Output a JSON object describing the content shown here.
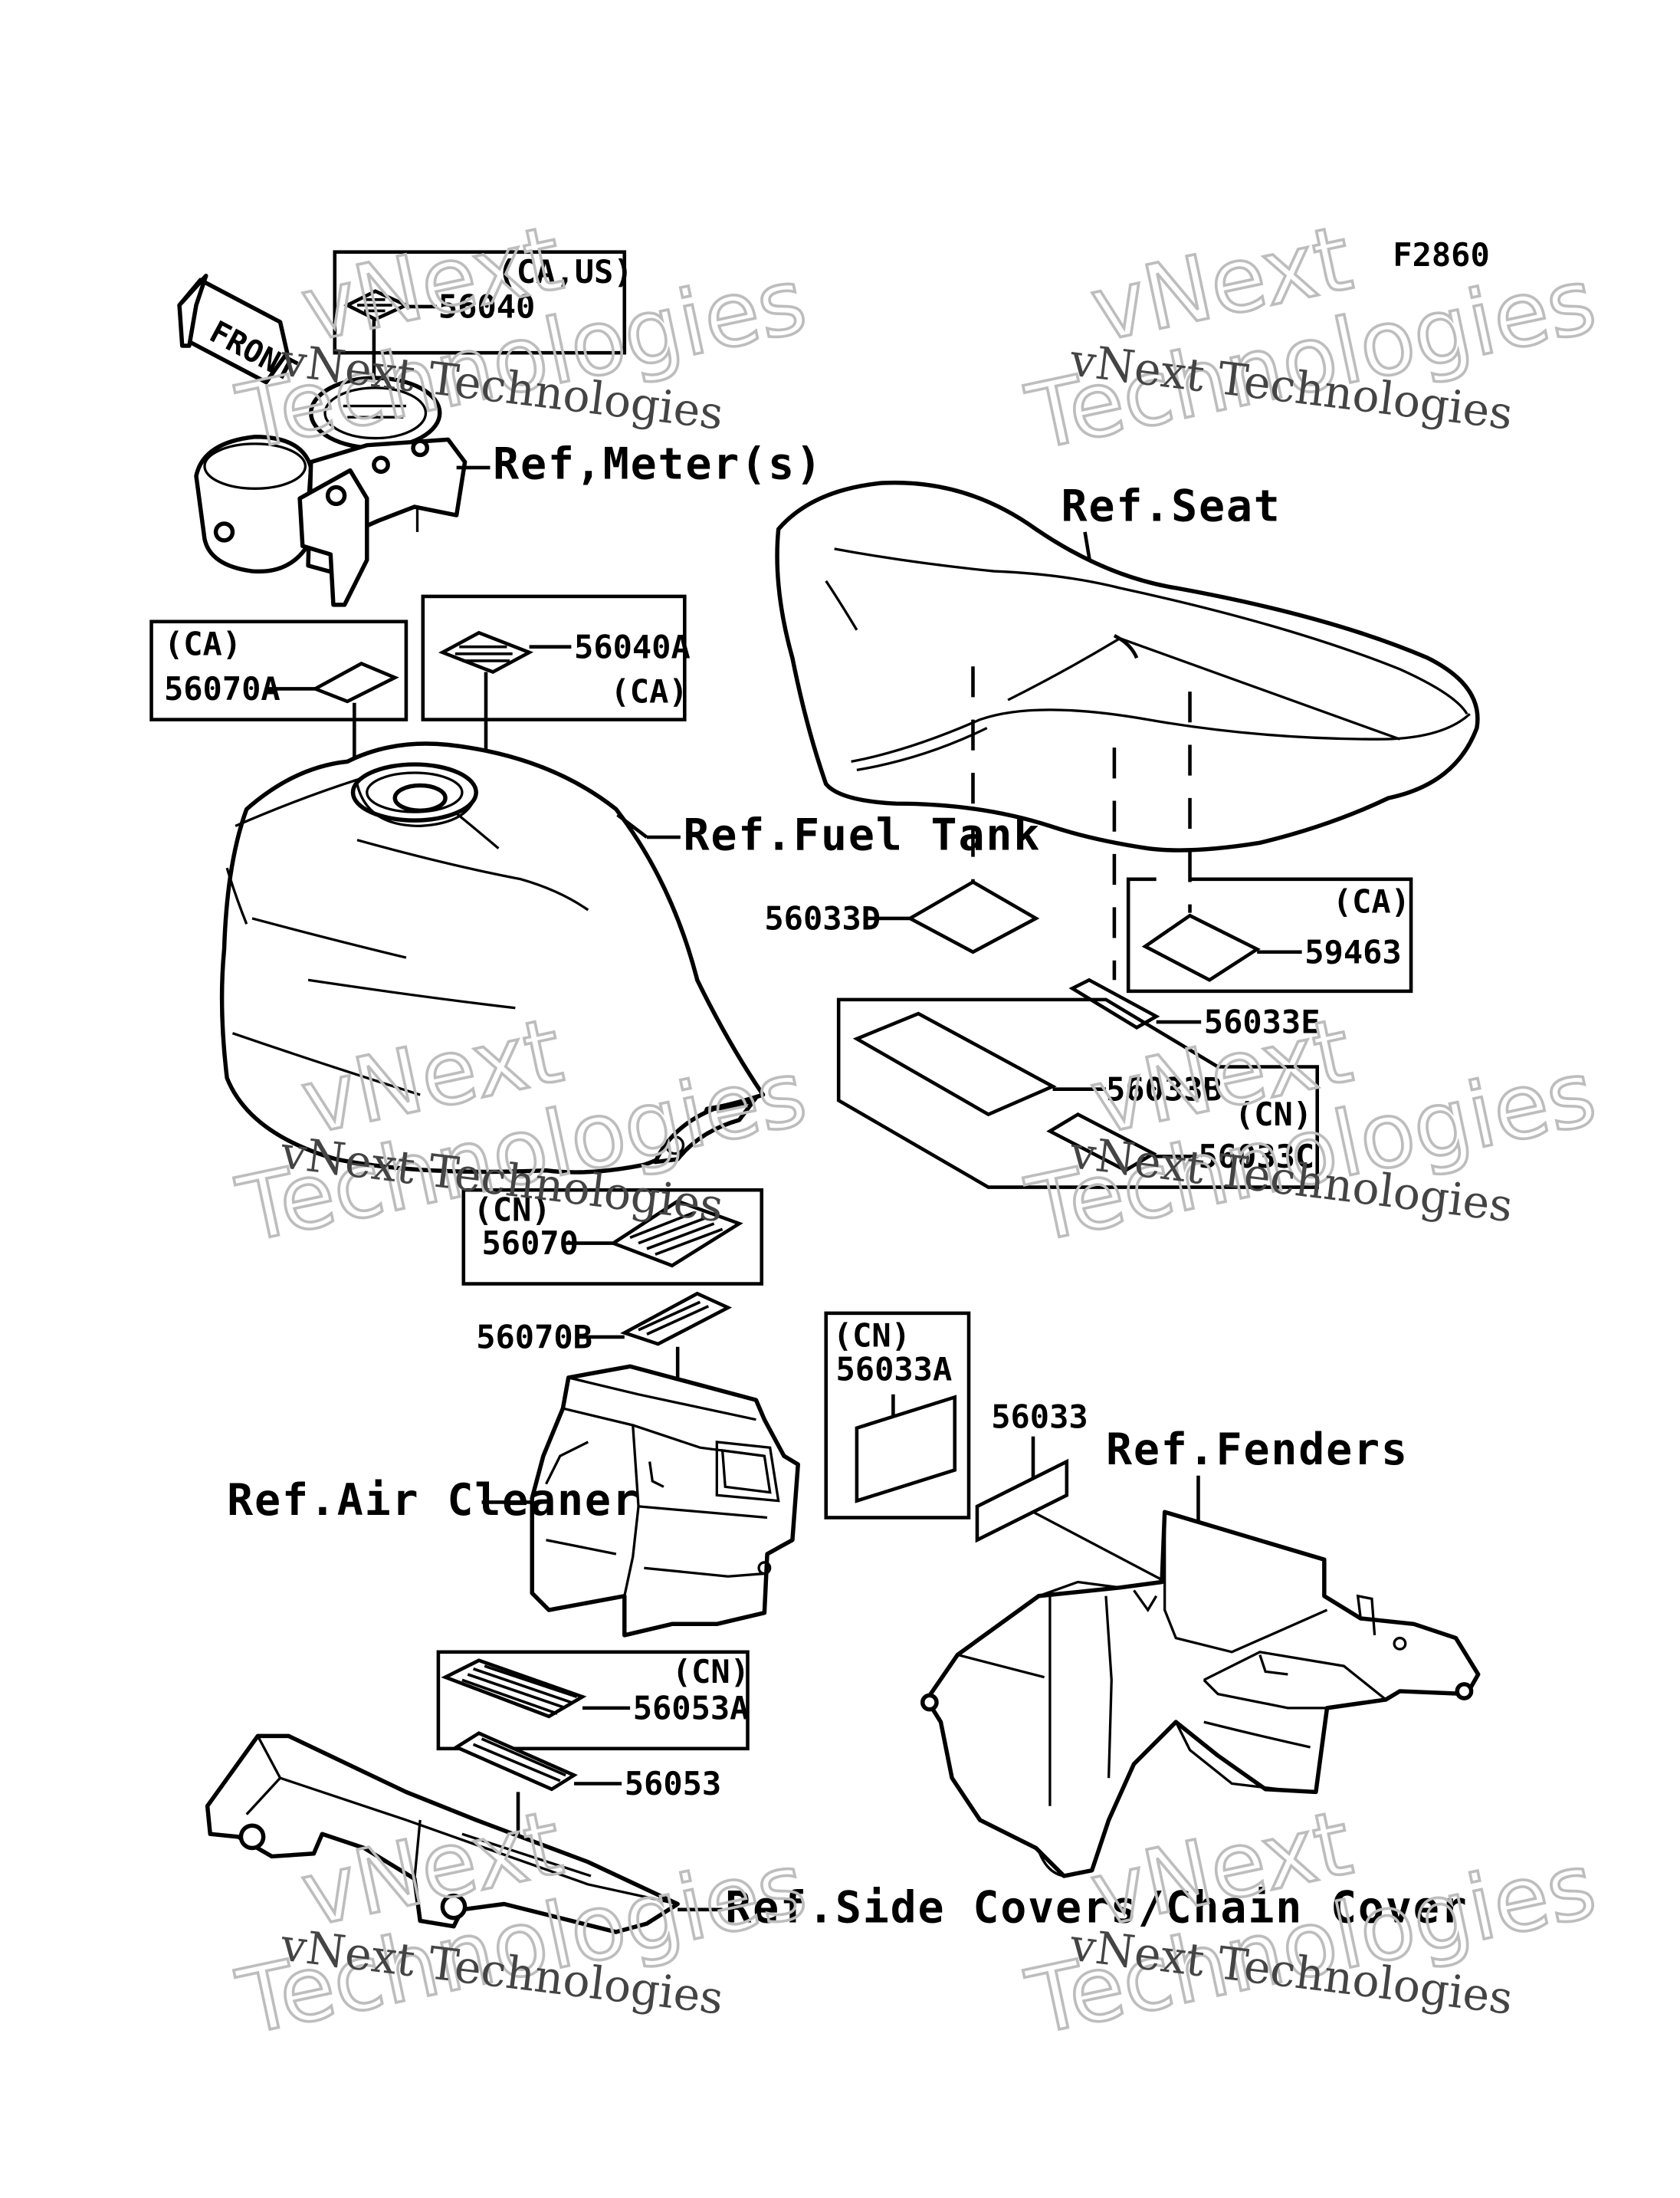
{
  "figure_code": "F2860",
  "front_arrow_text": "FRONT",
  "watermark": {
    "line1": "vNext Technologies",
    "line2": "vNext",
    "line3": "Technologies"
  },
  "labels": {
    "p56040": "56040",
    "region_56040": "(CA,US)",
    "ref_meters": "Ref,Meter(s)",
    "region_56070A": "(CA)",
    "p56070A": "56070A",
    "p56040A": "56040A",
    "region_56040A": "(CA)",
    "ref_fuel_tank": "Ref.Fuel Tank",
    "ref_seat": "Ref.Seat",
    "p56033D": "56033D",
    "region_59463": "(CA)",
    "p59463": "59463",
    "p56033E": "56033E",
    "p56033B": "56033B",
    "region_56033C": "(CN)",
    "p56033C": "56033C",
    "region_56070": "(CN)",
    "p56070": "56070",
    "p56070B": "56070B",
    "region_56033A": "(CN)",
    "p56033A": "56033A",
    "p56033": "56033",
    "ref_fenders": "Ref.Fenders",
    "ref_air_cleaner": "Ref.Air Cleaner",
    "region_56053A": "(CN)",
    "p56053A": "56053A",
    "p56053": "56053",
    "ref_side_covers": "Ref.Side Covers/Chain Cover"
  }
}
